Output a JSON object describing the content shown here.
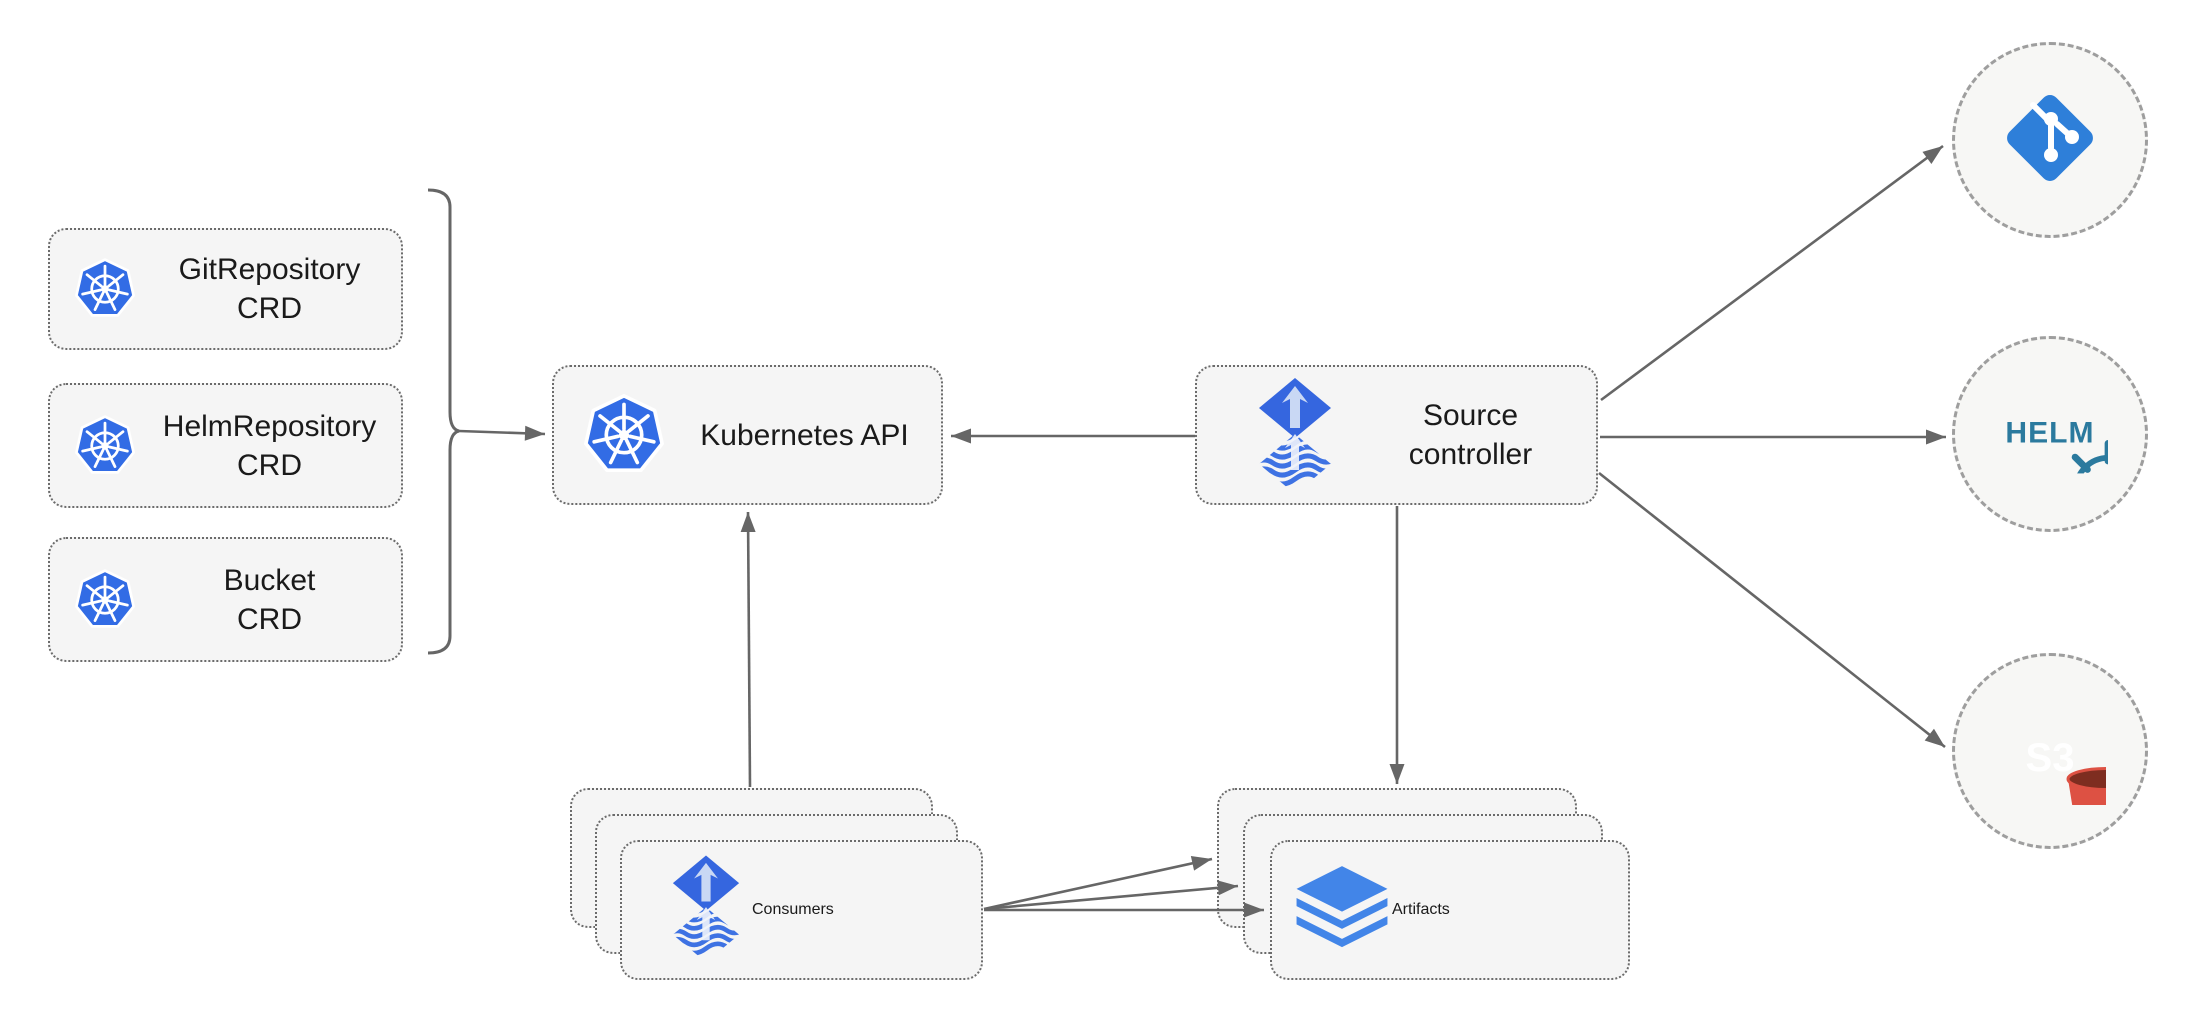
{
  "nodes": {
    "crd_boxes": [
      {
        "line1": "GitRepository",
        "line2": "CRD"
      },
      {
        "line1": "HelmRepository",
        "line2": "CRD"
      },
      {
        "line1": "Bucket",
        "line2": "CRD"
      }
    ],
    "kubernetes_api": {
      "label": "Kubernetes API"
    },
    "source_controller": {
      "line1": "Source",
      "line2": "controller"
    },
    "consumers": {
      "label": "Consumers"
    },
    "artifacts": {
      "label": "Artifacts"
    },
    "external": {
      "git": {
        "icon": "git-icon"
      },
      "helm": {
        "icon": "helm-icon",
        "label": "HELM"
      },
      "s3": {
        "icon": "s3-bucket-icon",
        "label": "S3"
      }
    }
  },
  "edges": [
    {
      "from": "crd-bracket",
      "to": "kubernetes-api",
      "arrow": true
    },
    {
      "from": "source-controller",
      "to": "kubernetes-api",
      "arrow": true
    },
    {
      "from": "consumers",
      "to": "kubernetes-api",
      "arrow": true
    },
    {
      "from": "source-controller",
      "to": "artifacts",
      "arrow": true
    },
    {
      "from": "source-controller",
      "to": "git",
      "arrow": true
    },
    {
      "from": "source-controller",
      "to": "helm",
      "arrow": true
    },
    {
      "from": "source-controller",
      "to": "s3",
      "arrow": true
    },
    {
      "from": "consumers",
      "to": "artifacts",
      "arrow": true,
      "count": 3
    }
  ],
  "icons": {
    "kubernetes": "kubernetes-wheel-icon",
    "flux": "flux-diamond-arrow-icon",
    "git": "git-branch-icon",
    "helm": "helm-wheel-icon",
    "s3": "s3-bucket-icon",
    "artifacts": "layers-stack-icon"
  },
  "colors": {
    "kubernetes_blue": "#326CE5",
    "flux_blue": "#3566DF",
    "flux_light_arrow": "#C9D8F4",
    "git_blue": "#2E7FD9",
    "helm_teal": "#2B7A9E",
    "s3_red": "#DD5143",
    "s3_dark": "#7E2D20",
    "layers_blue": "#4285E8",
    "arrow_gray": "#666666",
    "node_fill": "#F5F5F5",
    "circle_fill": "#F7F7F5",
    "text": "#1A1A1A"
  }
}
